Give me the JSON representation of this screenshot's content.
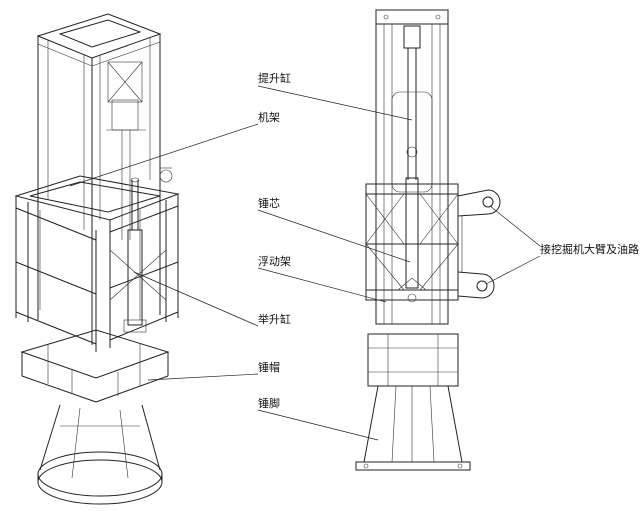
{
  "labels": {
    "lift_cylinder_top": "提升缸",
    "frame": "机架",
    "hammer_core": "锤芯",
    "floating_frame": "浮动架",
    "lift_cylinder": "举升缸",
    "hammer_cap": "锤帽",
    "hammer_foot": "锤脚",
    "excavator_arm": "接挖掘机大臂及油路"
  }
}
